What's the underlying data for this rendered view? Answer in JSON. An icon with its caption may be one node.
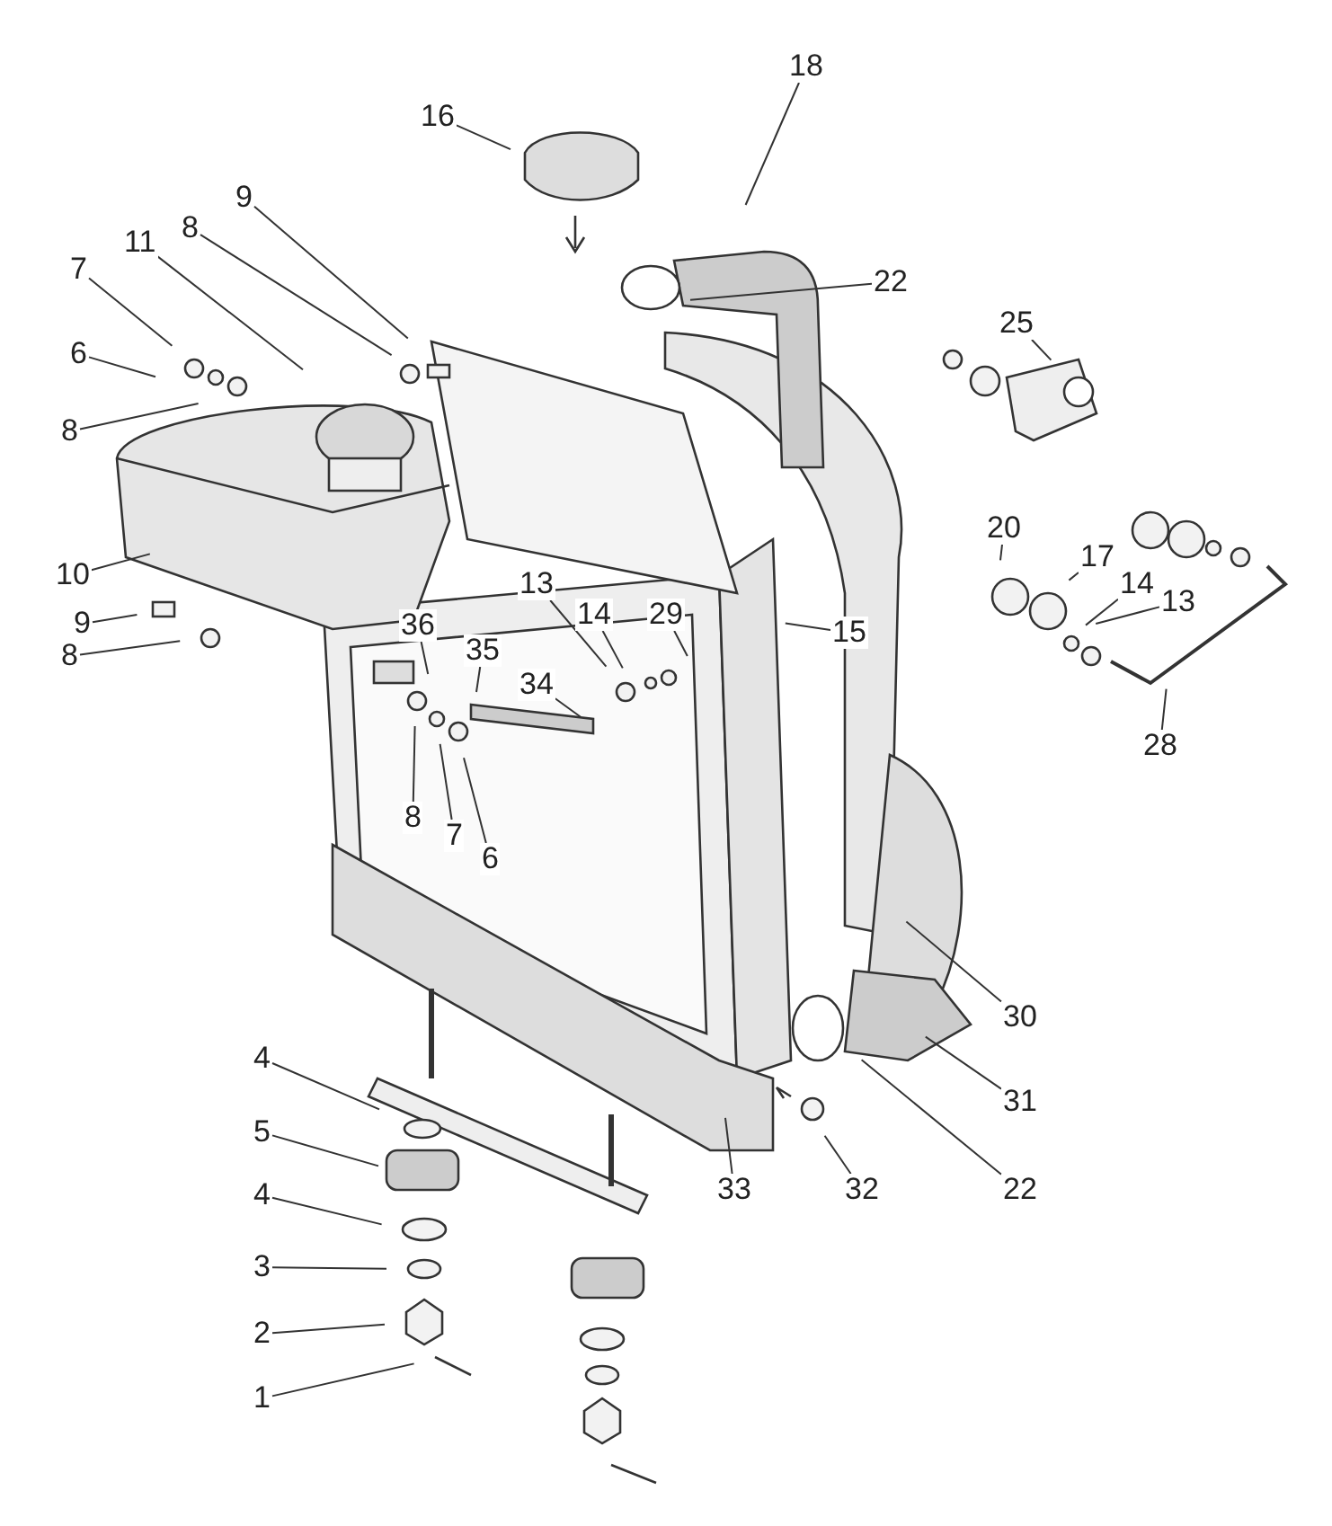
{
  "diagram": {
    "nodes": [
      {
        "text": [
          "18"
        ]
      },
      {
        "text": [
          "16"
        ]
      },
      {
        "text": [
          "22"
        ]
      },
      {
        "text": [
          "9"
        ]
      },
      {
        "text": [
          "8"
        ]
      },
      {
        "text": [
          "11"
        ]
      },
      {
        "text": [
          "7"
        ]
      },
      {
        "text": [
          "6"
        ]
      },
      {
        "text": [
          "25"
        ]
      },
      {
        "text": [
          "8"
        ]
      },
      {
        "text": [
          "10"
        ]
      },
      {
        "text": [
          "20"
        ]
      },
      {
        "text": [
          "17"
        ]
      },
      {
        "text": [
          "13"
        ]
      },
      {
        "text": [
          "14"
        ]
      },
      {
        "text": [
          "14"
        ]
      },
      {
        "text": [
          "29"
        ]
      },
      {
        "text": [
          "13"
        ]
      },
      {
        "text": [
          "15"
        ]
      },
      {
        "text": [
          "9"
        ]
      },
      {
        "text": [
          "36"
        ]
      },
      {
        "text": [
          "35"
        ]
      },
      {
        "text": [
          "8"
        ]
      },
      {
        "text": [
          "34"
        ]
      },
      {
        "text": [
          "8"
        ]
      },
      {
        "text": [
          "7"
        ]
      },
      {
        "text": [
          "6"
        ]
      },
      {
        "text": [
          "30"
        ]
      },
      {
        "text": [
          "31"
        ]
      },
      {
        "text": [
          "4"
        ]
      },
      {
        "text": [
          "5"
        ]
      },
      {
        "text": [
          "33"
        ]
      },
      {
        "text": [
          "32"
        ]
      },
      {
        "text": [
          "22"
        ]
      },
      {
        "text": [
          "4"
        ]
      },
      {
        "text": [
          "3"
        ]
      },
      {
        "text": [
          "2"
        ]
      },
      {
        "text": [
          "1"
        ]
      },
      {
        "text": [
          "28"
        ]
      }
    ],
    "edges": [
      {
        "from": 0,
        "to": null,
        "arrow": "none"
      },
      {
        "from": 1,
        "to": null,
        "arrow": "none"
      },
      {
        "from": 2,
        "to": null,
        "arrow": "none"
      },
      {
        "from": 3,
        "to": null,
        "arrow": "none"
      },
      {
        "from": 4,
        "to": null,
        "arrow": "none"
      },
      {
        "from": 5,
        "to": null,
        "arrow": "none"
      },
      {
        "from": 6,
        "to": null,
        "arrow": "none"
      },
      {
        "from": 7,
        "to": null,
        "arrow": "none"
      },
      {
        "from": 8,
        "to": null,
        "arrow": "none"
      },
      {
        "from": 9,
        "to": null,
        "arrow": "none"
      },
      {
        "from": 10,
        "to": null,
        "arrow": "none"
      },
      {
        "from": 11,
        "to": null,
        "arrow": "none"
      },
      {
        "from": 12,
        "to": null,
        "arrow": "none"
      },
      {
        "from": 13,
        "to": null,
        "arrow": "none"
      },
      {
        "from": 14,
        "to": null,
        "arrow": "none"
      },
      {
        "from": 15,
        "to": null,
        "arrow": "none"
      },
      {
        "from": 16,
        "to": null,
        "arrow": "none"
      },
      {
        "from": 17,
        "to": null,
        "arrow": "none"
      },
      {
        "from": 18,
        "to": null,
        "arrow": "none"
      },
      {
        "from": 19,
        "to": null,
        "arrow": "none"
      },
      {
        "from": 20,
        "to": null,
        "arrow": "none"
      },
      {
        "from": 21,
        "to": null,
        "arrow": "none"
      },
      {
        "from": 22,
        "to": null,
        "arrow": "none"
      },
      {
        "from": 23,
        "to": null,
        "arrow": "none"
      },
      {
        "from": 24,
        "to": null,
        "arrow": "none"
      },
      {
        "from": 25,
        "to": null,
        "arrow": "none"
      },
      {
        "from": 26,
        "to": null,
        "arrow": "none"
      },
      {
        "from": 27,
        "to": null,
        "arrow": "none"
      },
      {
        "from": 28,
        "to": null,
        "arrow": "none"
      },
      {
        "from": 29,
        "to": null,
        "arrow": "none"
      },
      {
        "from": 30,
        "to": null,
        "arrow": "none"
      },
      {
        "from": 31,
        "to": null,
        "arrow": "none"
      },
      {
        "from": 32,
        "to": null,
        "arrow": "none"
      },
      {
        "from": 33,
        "to": null,
        "arrow": "none"
      },
      {
        "from": 34,
        "to": null,
        "arrow": "none"
      },
      {
        "from": 35,
        "to": null,
        "arrow": "none"
      },
      {
        "from": 36,
        "to": null,
        "arrow": "none"
      },
      {
        "from": 37,
        "to": null,
        "arrow": "none"
      },
      {
        "from": 38,
        "to": null,
        "arrow": "none"
      }
    ]
  }
}
